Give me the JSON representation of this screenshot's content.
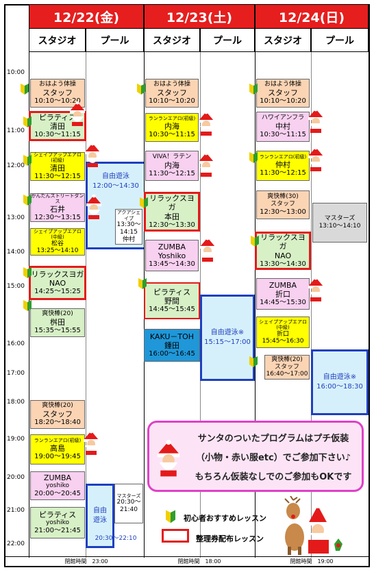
{
  "days": [
    {
      "date": "12/22(金)",
      "studio": "スタジオ",
      "pool": "プール",
      "closing": "閉館時間　23:00"
    },
    {
      "date": "12/23(土)",
      "studio": "スタジオ",
      "pool": "プール",
      "closing": "閉館時間　18:00"
    },
    {
      "date": "12/24(日)",
      "studio": "スタジオ",
      "pool": "プール",
      "closing": "閉館時間　19:00"
    }
  ],
  "times": [
    "10:00",
    "11:00",
    "12:00",
    "13:00",
    "14:00",
    "15:00",
    "16:00",
    "17:00",
    "18:00",
    "19:00",
    "20:00",
    "21:00",
    "22:00"
  ],
  "lessons": {
    "d1": [
      {
        "title": "おはよう体操",
        "instr": "スタッフ",
        "time": "10:10～10:20"
      },
      {
        "title": "ピラティス",
        "instr": "清田",
        "time": "10:30～11:15"
      },
      {
        "title": "シェイプアップエアロ(初級)",
        "instr": "清田",
        "time": "11:30～12:15"
      },
      {
        "title": "かんたんストリートダンス",
        "instr": "石井",
        "time": "12:30～13:15"
      },
      {
        "title": "シェイプアップエアロ(中級)",
        "instr": "松谷",
        "time": "13:25～14:10"
      },
      {
        "title": "リラックスヨガ",
        "instr": "NAO",
        "time": "14:25～15:25"
      },
      {
        "title": "爽快棒(20)",
        "instr": "桝田",
        "time": "15:35～15:55"
      },
      {
        "title": "爽快棒(20)",
        "instr": "スタッフ",
        "time": "18:20～18:40"
      },
      {
        "title": "ランランエアロ(初級)",
        "instr": "高島",
        "time": "19:00～19:45"
      },
      {
        "title": "ZUMBA",
        "instr": "yoshiko",
        "time": "20:00～20:45"
      },
      {
        "title": "ピラティス",
        "instr": "yoshiko",
        "time": "21:00～21:45"
      }
    ],
    "d2": [
      {
        "title": "おはよう体操",
        "instr": "スタッフ",
        "time": "10:10～10:20"
      },
      {
        "title": "ランランエアロ(初級)",
        "instr": "内海",
        "time": "10:30～11:15"
      },
      {
        "title": "VIVA！ラテン",
        "instr": "内海",
        "time": "11:30～12:15"
      },
      {
        "title": "リラックスヨガ",
        "instr": "本田",
        "time": "12:30～13:30"
      },
      {
        "title": "ZUMBA",
        "instr": "Yoshiko",
        "time": "13:45～14:30"
      },
      {
        "title": "ピラティス",
        "instr": "野間",
        "time": "14:45～15:45"
      },
      {
        "title": "KAKU－TOH",
        "instr": "鍾田",
        "time": "16:00～16:45"
      }
    ],
    "d3": [
      {
        "title": "おはよう体操",
        "instr": "スタッフ",
        "time": "10:10～10:20"
      },
      {
        "title": "ハワイアンフラ",
        "instr": "中村",
        "time": "10:30～11:15"
      },
      {
        "title": "ランランエアロ(初級)",
        "instr": "仲村",
        "time": "11:30～12:15"
      },
      {
        "title": "爽快棒(30)",
        "instr": "スタッフ",
        "time": "12:30～13:00"
      },
      {
        "title": "リラックスヨガ",
        "instr": "NAO",
        "time": "13:30～14:30"
      },
      {
        "title": "ZUMBA",
        "instr": "折口",
        "time": "14:45～15:30"
      },
      {
        "title": "シェイプアップエアロ(中級)",
        "instr": "折口",
        "time": "15:45～16:30"
      },
      {
        "title": "爽快棒(20)",
        "instr": "スタッフ",
        "time": "16:40～17:00"
      }
    ]
  },
  "pool": {
    "d1_free": {
      "title": "自由遊泳",
      "time": "12:00～14:30"
    },
    "d1_aqua": {
      "title": "アクアシェイプ",
      "t1": "13:30～",
      "t2": "14:15",
      "instr": "仲村"
    },
    "d1_free2": {
      "title1": "自由",
      "title2": "遊泳",
      "time": "20:30～22:10"
    },
    "d1_masters": {
      "title": "マスターズ",
      "t1": "20:30～",
      "t2": "21:40"
    },
    "d2_free": {
      "title": "自由遊泳※",
      "time": "15:15～17:00"
    },
    "d3_masters": {
      "title": "マスターズ",
      "time": "13:10～14:10"
    },
    "d3_free": {
      "title": "自由遊泳※",
      "time": "16:00～18:30"
    }
  },
  "notice": {
    "l1": "サンタのついたプログラムはプチ仮装",
    "l2": "（小物・赤い服etc）でご参加下さい♪",
    "l3": "もちろん仮装なしでのご参加もOKです"
  },
  "legend": {
    "beginner": "初心者おすすめレッスン",
    "ticket": "整理券配布レッスン"
  },
  "colors": {
    "header": "#e61e1e",
    "pool_border": "#1e3fbf",
    "ticket_border": "#e41a1a",
    "notice_border": "#e040c8"
  }
}
